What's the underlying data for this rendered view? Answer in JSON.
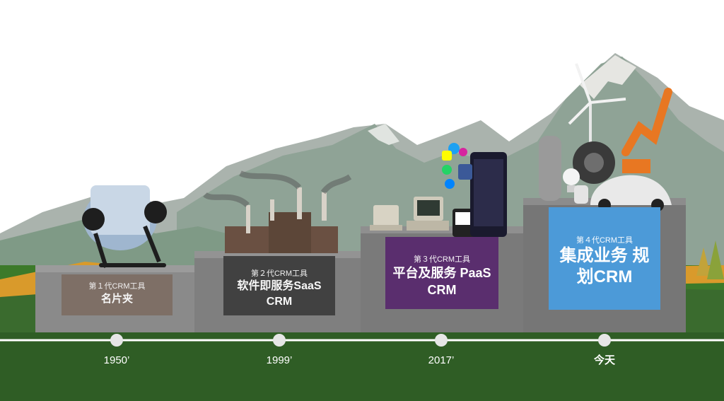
{
  "generations": [
    {
      "sub": "第１代CRM工具",
      "title": "名片夹",
      "year": "1950’",
      "color": "#7e6d63"
    },
    {
      "sub": "第２代CRM工具",
      "title": "软件即服务SaaS CRM",
      "year": "1999’",
      "color": "#3e3e3e"
    },
    {
      "sub": "第３代CRM工具",
      "title": "平台及服务 PaaS CRM",
      "year": "2017’",
      "color": "#5a2e6e"
    },
    {
      "sub": "第４代CRM工具",
      "title": "集成业务 规划CRM",
      "year": "今天",
      "color": "#4c9ad8"
    }
  ],
  "colors": {
    "sky": "#ffffff",
    "mountain": "#8fa396",
    "ground": "#3a6b2e",
    "timeline": "#ffffff",
    "stone": "#7a7a7a"
  }
}
